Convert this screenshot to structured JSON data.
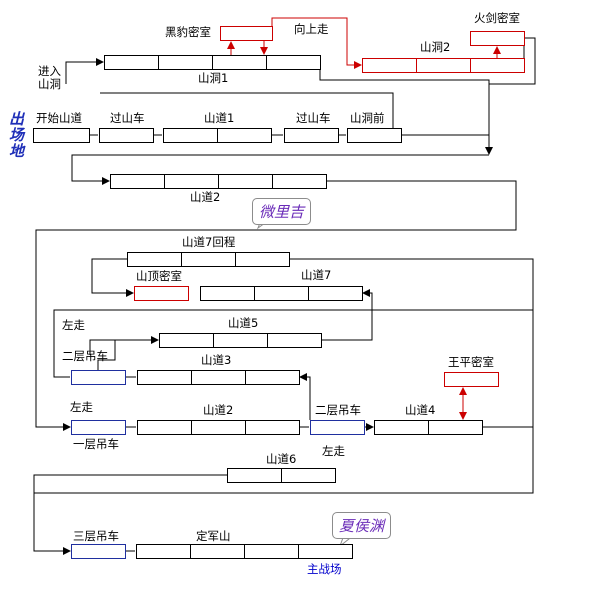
{
  "origin": {
    "text": "出\n场\n地"
  },
  "labels": {
    "heibao": "黑豹密室",
    "xiangshangzou": "向上走",
    "huojian": "火剑密室",
    "jinru_shandong": "进入\n山洞",
    "shandong1": "山洞1",
    "shandong2": "山洞2",
    "kaishi_shandao": "开始山道",
    "guo_shanche_1": "过山车",
    "shandao1": "山道1",
    "guo_shanche_2": "过山车",
    "shandong_qian": "山洞前",
    "shandao2_top": "山道2",
    "shandao7_huicheng": "山道7回程",
    "shanding_mishi": "山顶密室",
    "shandao7": "山道7",
    "zuozou_1": "左走",
    "shandao5": "山道5",
    "erceng_diaoche_1": "二层吊车",
    "shandao3": "山道3",
    "wangping_mishi": "王平密室",
    "zuozou_2": "左走",
    "shandao2_mid": "山道2",
    "erceng_diaoche_2": "二层吊车",
    "shandao4": "山道4",
    "yiceng_diaoche": "一层吊车",
    "zuozou_3": "左走",
    "shandao6": "山道6",
    "sanceng_diaoche": "三层吊车",
    "dingjunshan": "定军山",
    "zhuzhanchang": "主战场"
  },
  "bubbles": {
    "weili": "微里吉",
    "xiahouyuan": "夏侯渊"
  },
  "colors": {
    "line": "#000000",
    "red_box": "#cc0000",
    "blue_box": "#1f2f9f",
    "origin_text": "#1f2fb8",
    "bubble_text": "#6a2bb8"
  }
}
